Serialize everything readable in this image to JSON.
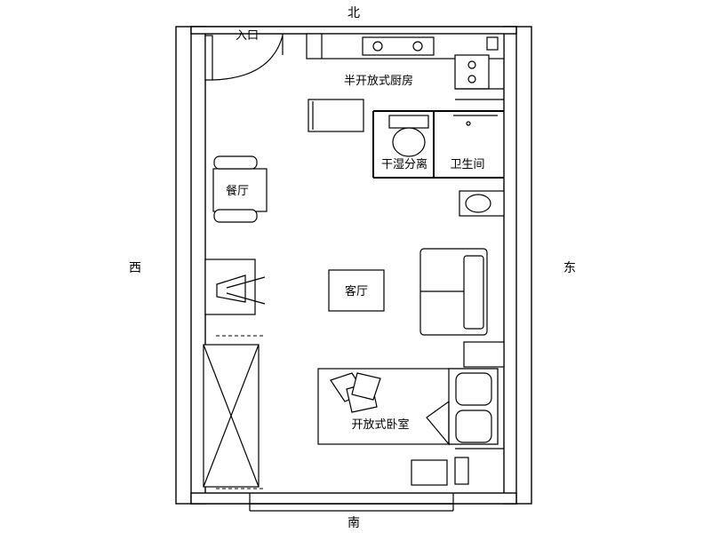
{
  "directions": {
    "north": "北",
    "south": "南",
    "west": "西",
    "east": "东"
  },
  "rooms": {
    "entrance": "入口",
    "kitchen": "半开放式厨房",
    "dry_wet": "干湿分离",
    "bathroom": "卫生间",
    "dining": "餐厅",
    "living": "客厅",
    "bedroom": "开放式卧室"
  }
}
